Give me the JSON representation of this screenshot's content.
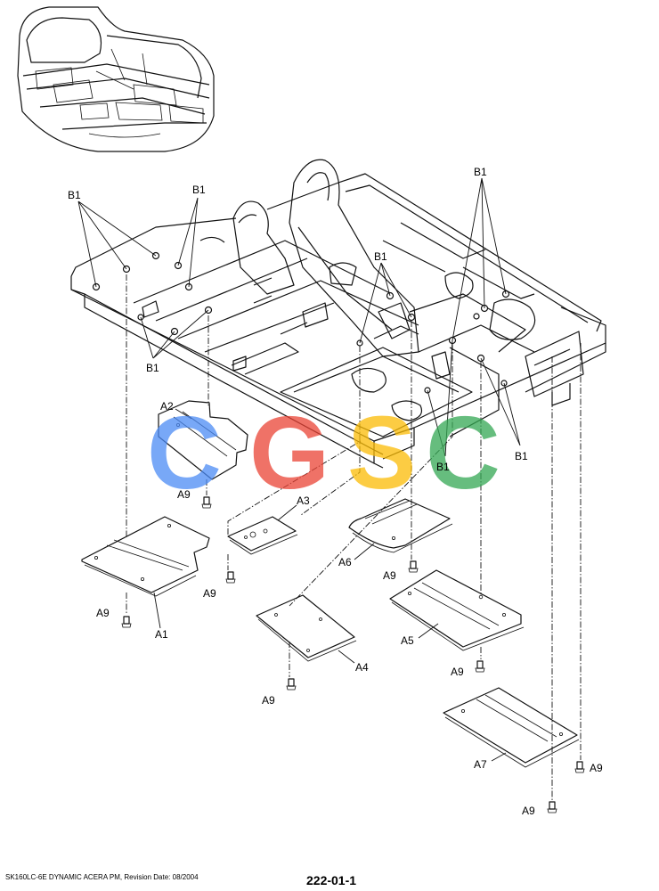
{
  "labels": {
    "b1": "B1",
    "a1": "A1",
    "a2": "A2",
    "a3": "A3",
    "a4": "A4",
    "a5": "A5",
    "a6": "A6",
    "a7": "A7",
    "a9": "A9"
  },
  "watermark": {
    "letters": [
      "C",
      "G",
      "S",
      "C"
    ],
    "colors": [
      "#4c8bf5",
      "#ea4335",
      "#fbbc05",
      "#34a853"
    ]
  },
  "footer": {
    "left_text": "SK160LC-6E DYNAMIC ACERA PM, Revision Date: 08/2004",
    "page_number": "222-01-1"
  }
}
